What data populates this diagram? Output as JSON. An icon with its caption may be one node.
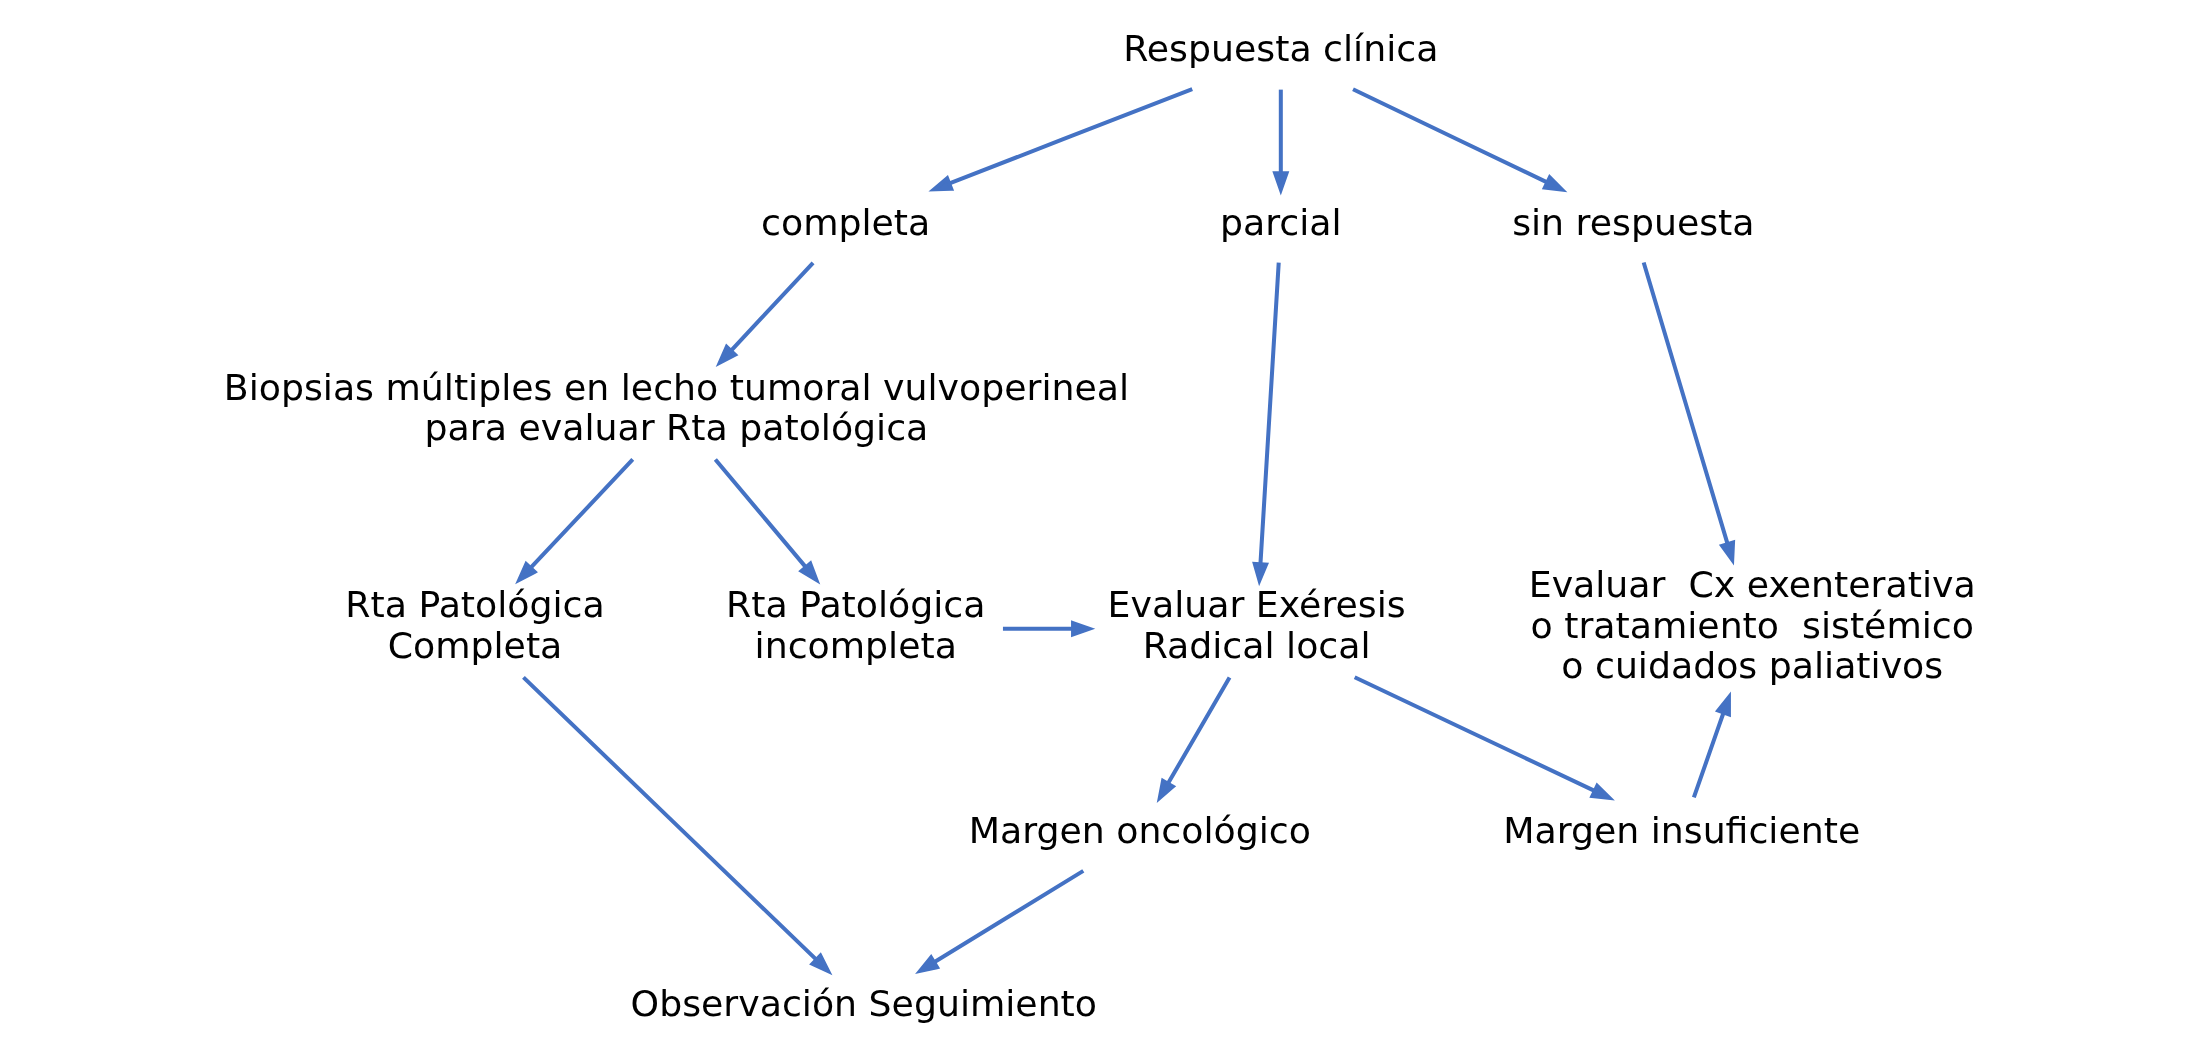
{
  "diagram": {
    "nodes": [
      {
        "text": [
          "Respuesta clínica"
        ]
      },
      {
        "text": [
          "completa"
        ]
      },
      {
        "text": [
          "parcial"
        ]
      },
      {
        "text": [
          "sin respuesta"
        ]
      },
      {
        "text": [
          "Biopsias múltiples en lecho tumoral vulvoperineal para evaluar Rta patológica"
        ]
      },
      {
        "text": [
          "Rta Patológica Completa"
        ]
      },
      {
        "text": [
          "Rta Patológica incompleta"
        ]
      },
      {
        "text": [
          "Evaluar Exéresis Radical local"
        ]
      },
      {
        "text": [
          "Evaluar  Cx exenterativa o tratamiento  sistémico o cuidados paliativos"
        ]
      },
      {
        "text": [
          "Observación Seguimiento"
        ]
      },
      {
        "text": [
          "Margen oncológico"
        ]
      },
      {
        "text": [
          "Margen insuficiente"
        ]
      }
    ],
    "edges": [
      {
        "from": 0,
        "to": 1,
        "arrow": "to"
      },
      {
        "from": 0,
        "to": 2,
        "arrow": "to"
      },
      {
        "from": 0,
        "to": 3,
        "arrow": "to"
      },
      {
        "from": 1,
        "to": 4,
        "arrow": "to"
      },
      {
        "from": 4,
        "to": 5,
        "arrow": "to"
      },
      {
        "from": 4,
        "to": 6,
        "arrow": "to"
      },
      {
        "from": 2,
        "to": 7,
        "arrow": "to"
      },
      {
        "from": 3,
        "to": 8,
        "arrow": "to"
      },
      {
        "from": 6,
        "to": 7,
        "arrow": "to"
      },
      {
        "from": 5,
        "to": 9,
        "arrow": "to"
      },
      {
        "from": 7,
        "to": 10,
        "arrow": "to"
      },
      {
        "from": 7,
        "to": 11,
        "arrow": "to"
      },
      {
        "from": 10,
        "to": 9,
        "arrow": "to"
      },
      {
        "from": 11,
        "to": 8,
        "arrow": "to"
      }
    ]
  }
}
